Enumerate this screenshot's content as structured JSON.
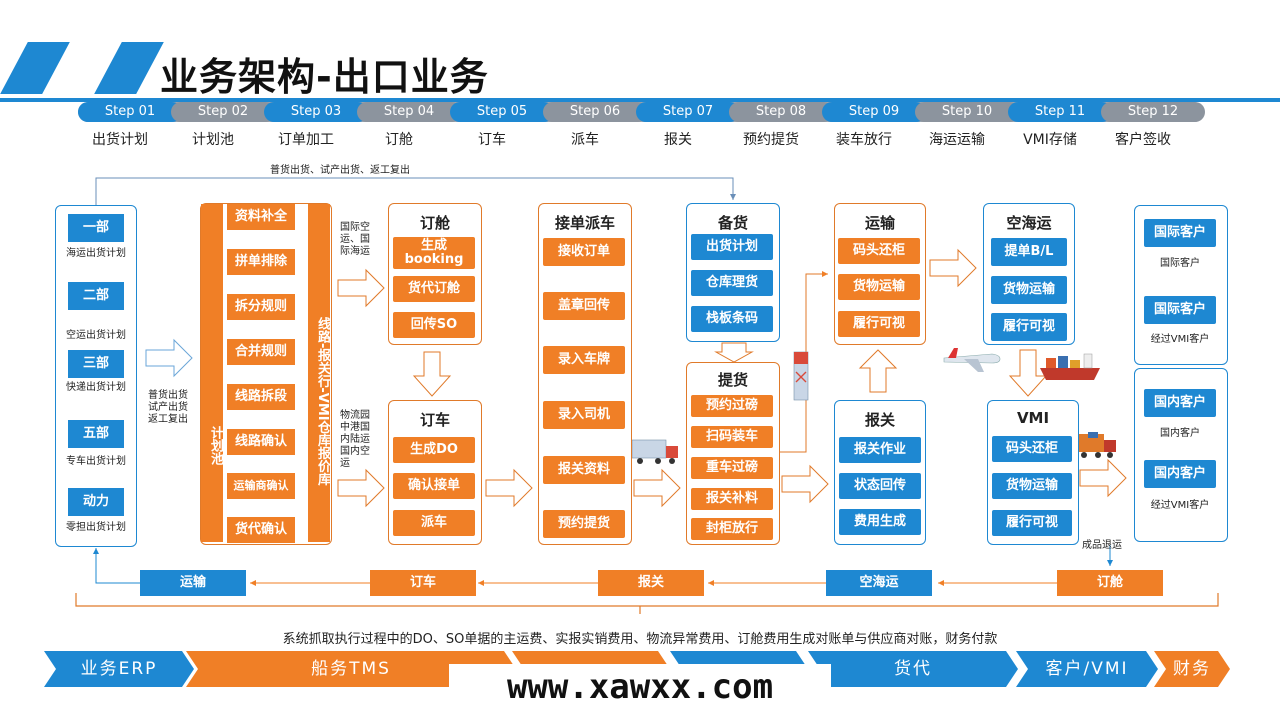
{
  "header": {
    "title": "业务架构-出口业务"
  },
  "steps": [
    {
      "num": "Step 01",
      "name": "出货计划",
      "color": "blue"
    },
    {
      "num": "Step 02",
      "name": "计划池",
      "color": "gray"
    },
    {
      "num": "Step 03",
      "name": "订单加工",
      "color": "blue"
    },
    {
      "num": "Step 04",
      "name": "订舱",
      "color": "gray"
    },
    {
      "num": "Step 05",
      "name": "订车",
      "color": "blue"
    },
    {
      "num": "Step 06",
      "name": "派车",
      "color": "gray"
    },
    {
      "num": "Step 07",
      "name": "报关",
      "color": "blue"
    },
    {
      "num": "Step 08",
      "name": "预约提货",
      "color": "gray"
    },
    {
      "num": "Step 09",
      "name": "装车放行",
      "color": "blue"
    },
    {
      "num": "Step 10",
      "name": "海运运输",
      "color": "gray"
    },
    {
      "num": "Step 11",
      "name": "VMI存储",
      "color": "blue"
    },
    {
      "num": "Step 12",
      "name": "客户签收",
      "color": "gray"
    }
  ],
  "top_note": "普货出货、试产出货、返工复出",
  "departments": [
    {
      "name": "一部",
      "desc": "海运出货计划"
    },
    {
      "name": "二部",
      "desc": "空运出货计划"
    },
    {
      "name": "三部",
      "desc": "快递出货计划"
    },
    {
      "name": "五部",
      "desc": "专车出货计划"
    },
    {
      "name": "动力",
      "desc": "零担出货计划"
    }
  ],
  "dept_arrow_note": "普货出货\n试产出货\n返工复出",
  "plan_pool": {
    "label": "计划池",
    "items": [
      "资料补全",
      "拼单排除",
      "拆分规则",
      "合并规则",
      "线路拆段",
      "线路确认",
      "运输商确认",
      "货代确认"
    ]
  },
  "route_bar": "线路-报关行-VMI仓库报价库",
  "note_booking": "国际空运、国际海运",
  "note_truck": "物流园中港国内陆运国内空运",
  "booking": {
    "title": "订舱",
    "items": [
      "生成booking",
      "货代订舱",
      "回传SO"
    ]
  },
  "truck_order": {
    "title": "订车",
    "items": [
      "生成DO",
      "确认接单",
      "派车"
    ]
  },
  "dispatch": {
    "title": "接单派车",
    "items": [
      "接收订单",
      "盖章回传",
      "录入车牌",
      "录入司机",
      "报关资料",
      "预约提货"
    ]
  },
  "stock": {
    "title": "备货",
    "items": [
      "出货计划",
      "仓库理货",
      "栈板条码"
    ]
  },
  "pickup": {
    "title": "提货",
    "items": [
      "预约过磅",
      "扫码装车",
      "重车过磅",
      "报关补料",
      "封柜放行"
    ]
  },
  "transport": {
    "title": "运输",
    "items": [
      "码头还柜",
      "货物运输",
      "履行可视"
    ]
  },
  "customs": {
    "title": "报关",
    "items": [
      "报关作业",
      "状态回传",
      "费用生成"
    ]
  },
  "air_sea": {
    "title": "空海运",
    "items": [
      "提单B/L",
      "货物运输",
      "履行可视"
    ]
  },
  "vmi": {
    "title": "VMI",
    "items": [
      "码头还柜",
      "货物运输",
      "履行可视"
    ]
  },
  "customers_top": [
    {
      "name": "国际客户",
      "desc": "国际客户"
    },
    {
      "name": "国际客户",
      "desc": "经过VMI客户"
    }
  ],
  "customers_bottom": [
    {
      "name": "国内客户",
      "desc": "国内客户"
    },
    {
      "name": "国内客户",
      "desc": "经过VMI客户"
    }
  ],
  "return_note": "成品退运",
  "bottom_flow": [
    "运输",
    "订车",
    "报关",
    "空海运",
    "订舱"
  ],
  "footer_note": "系统抓取执行过程中的DO、SO单据的主运费、实报实销费用、物流异常费用、订舱费用生成对账单与供应商对账，财务付款",
  "bands": [
    "业务ERP",
    "船务TMS",
    "",
    "",
    "货代",
    "客户/VMI",
    "财务"
  ],
  "watermark": "www.xawxx.com",
  "colors": {
    "blue": "#1e88d2",
    "orange": "#f07f26",
    "gray": "#8c949e"
  }
}
